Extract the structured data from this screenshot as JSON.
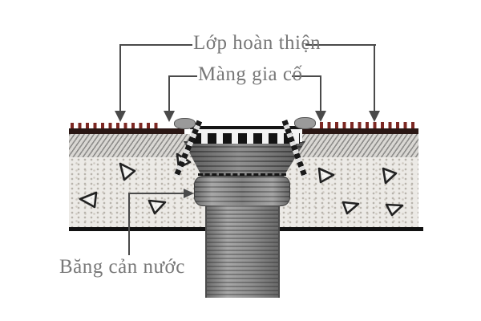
{
  "labels": {
    "finish_layer": "Lớp hoàn thiện",
    "reinforcing_membrane": "Màng gia cố",
    "waterstop_band": "Băng cản nước"
  },
  "icons": [
    "down-arrowhead",
    "right-arrowhead"
  ],
  "colors": {
    "background": "#ffffff",
    "label_text": "#787878",
    "leader_line": "#4a4a4a",
    "finish_tick_red": "#7d2823",
    "finish_band_dark": "#2a1714",
    "hatch_bg": "#d9d7d3",
    "concrete_bg": "#eceae6",
    "aggregate_outline": "#222222",
    "metal_dark": "#4f4f4f",
    "metal_mid": "#7e7e7e",
    "grate_slot": "#141414",
    "grate_bg": "#f3f3f3",
    "slab_bottom_line": "#111111"
  }
}
